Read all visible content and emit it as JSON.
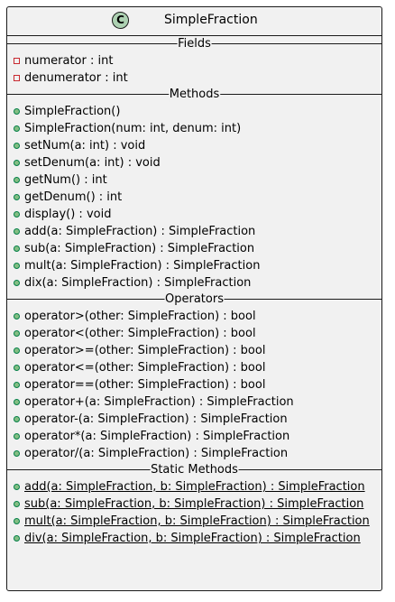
{
  "class": {
    "stereotype_letter": "C",
    "name": "SimpleFraction",
    "icon": "class-icon"
  },
  "colors": {
    "background": "#f1f1f1",
    "border": "#1a1a1a",
    "class_icon": "#add1b2",
    "private_marker": "#c82930",
    "public_marker": "#84be84"
  },
  "sections": {
    "fields": {
      "title": "Fields",
      "items": [
        {
          "visibility": "private",
          "text": "numerator : int"
        },
        {
          "visibility": "private",
          "text": "denumerator : int"
        }
      ]
    },
    "methods": {
      "title": "Methods",
      "items": [
        {
          "visibility": "public",
          "text": "SimpleFraction()"
        },
        {
          "visibility": "public",
          "text": "SimpleFraction(num: int, denum: int)"
        },
        {
          "visibility": "public",
          "text": "setNum(a: int) : void"
        },
        {
          "visibility": "public",
          "text": "setDenum(a: int) : void"
        },
        {
          "visibility": "public",
          "text": "getNum() : int"
        },
        {
          "visibility": "public",
          "text": "getDenum() : int"
        },
        {
          "visibility": "public",
          "text": "display() : void"
        },
        {
          "visibility": "public",
          "text": "add(a: SimpleFraction) : SimpleFraction"
        },
        {
          "visibility": "public",
          "text": "sub(a: SimpleFraction) : SimpleFraction"
        },
        {
          "visibility": "public",
          "text": "mult(a: SimpleFraction) : SimpleFraction"
        },
        {
          "visibility": "public",
          "text": "dix(a: SimpleFraction) : SimpleFraction"
        }
      ]
    },
    "operators": {
      "title": "Operators",
      "items": [
        {
          "visibility": "public",
          "text": "operator>(other: SimpleFraction) : bool"
        },
        {
          "visibility": "public",
          "text": "operator<(other: SimpleFraction) : bool"
        },
        {
          "visibility": "public",
          "text": "operator>=(other: SimpleFraction) : bool"
        },
        {
          "visibility": "public",
          "text": "operator<=(other: SimpleFraction) : bool"
        },
        {
          "visibility": "public",
          "text": "operator==(other: SimpleFraction) : bool"
        },
        {
          "visibility": "public",
          "text": "operator+(a: SimpleFraction) : SimpleFraction"
        },
        {
          "visibility": "public",
          "text": "operator-(a: SimpleFraction) : SimpleFraction"
        },
        {
          "visibility": "public",
          "text": "operator*(a: SimpleFraction) : SimpleFraction"
        },
        {
          "visibility": "public",
          "text": "operator/(a: SimpleFraction) : SimpleFraction"
        }
      ]
    },
    "static_methods": {
      "title": "Static Methods",
      "items": [
        {
          "visibility": "public",
          "text": "add(a: SimpleFraction, b: SimpleFraction) : SimpleFraction"
        },
        {
          "visibility": "public",
          "text": "sub(a: SimpleFraction, b: SimpleFraction) : SimpleFraction"
        },
        {
          "visibility": "public",
          "text": "mult(a: SimpleFraction, b: SimpleFraction) : SimpleFraction"
        },
        {
          "visibility": "public",
          "text": "div(a: SimpleFraction, b: SimpleFraction) : SimpleFraction"
        }
      ]
    }
  }
}
